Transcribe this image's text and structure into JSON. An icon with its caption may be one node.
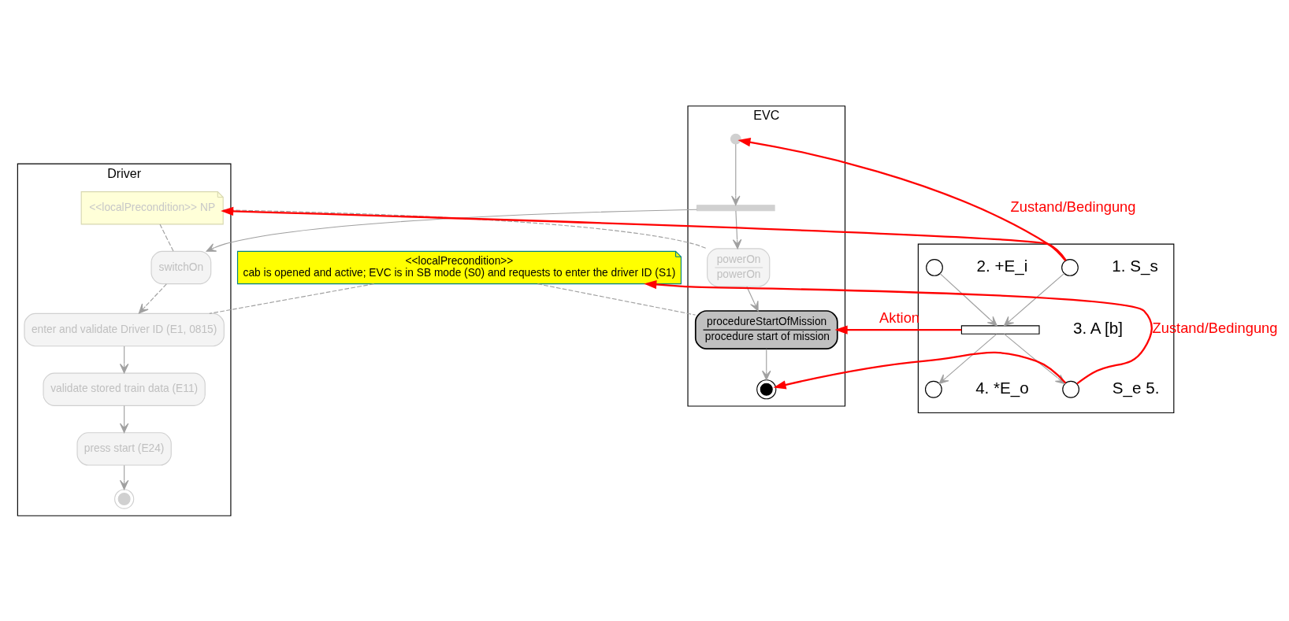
{
  "diagram": {
    "nodes": [
      {
        "text": [
          "Driver"
        ]
      },
      {
        "text": [
          "EVC"
        ]
      },
      {
        "text": [
          "<<localPrecondition>> NP"
        ],
        "in": 0
      },
      {
        "text": [],
        "shape": "circle",
        "in": 1
      },
      {
        "text": [],
        "shape": "bar",
        "in": 1
      },
      {
        "text": [
          "switchOn"
        ],
        "in": 0
      },
      {
        "text": [
          "powerOn",
          "powerOn"
        ],
        "in": 1
      },
      {
        "text": [
          "procedureStartOfMission",
          "procedure start of mission"
        ],
        "in": 1
      },
      {
        "text": [
          "enter and validate Driver ID (E1, 0815)"
        ],
        "in": 0
      },
      {
        "text": [
          "validate stored train data (E11)"
        ],
        "in": 0
      },
      {
        "text": [
          "press start (E24)"
        ],
        "in": 0
      },
      {
        "text": [],
        "shape": "circle",
        "in": 0
      },
      {
        "text": [],
        "shape": "circle",
        "in": 1
      },
      {
        "text": [
          "<<localPrecondition>>",
          "cab is opened and active; EVC is in SB mode (S0) and requests to enter the driver ID (S1)"
        ]
      },
      {
        "text": [],
        "shape": "box"
      },
      {
        "text": [],
        "shape": "circle",
        "in": 14,
        "beside": [
          "1.",
          "S_s"
        ]
      },
      {
        "text": [],
        "shape": "circle",
        "in": 14,
        "beside": [
          "2. +E_i"
        ]
      },
      {
        "text": [],
        "shape": "bar",
        "in": 14,
        "beside": [
          "3. A",
          "[b]"
        ]
      },
      {
        "text": [],
        "shape": "circle",
        "in": 14,
        "beside": [
          "4. *E_o"
        ]
      },
      {
        "text": [],
        "shape": "circle",
        "in": 14,
        "beside": [
          "S_e",
          "5."
        ]
      }
    ],
    "edges": [
      {
        "from": 3,
        "to": 4,
        "arrow": "to"
      },
      {
        "from": 4,
        "to": 5,
        "arrow": "to"
      },
      {
        "from": 4,
        "to": 6,
        "arrow": "to"
      },
      {
        "from": 5,
        "to": 8,
        "arrow": "to",
        "style": "dashed"
      },
      {
        "from": 8,
        "to": 9,
        "arrow": "to"
      },
      {
        "from": 9,
        "to": 10,
        "arrow": "to"
      },
      {
        "from": 10,
        "to": 11,
        "arrow": "to"
      },
      {
        "from": 6,
        "to": 7,
        "arrow": "to"
      },
      {
        "from": 7,
        "to": 12,
        "arrow": "to"
      },
      {
        "from": 2,
        "to": 5,
        "arrow": "none",
        "style": "dashed"
      },
      {
        "from": 2,
        "to": 6,
        "arrow": "none",
        "style": "dashed"
      },
      {
        "from": 13,
        "to": 8,
        "arrow": "none",
        "style": "dashed"
      },
      {
        "from": 13,
        "to": 7,
        "arrow": "none",
        "style": "dashed"
      },
      {
        "from": 16,
        "to": 17,
        "arrow": "to"
      },
      {
        "from": 15,
        "to": 17,
        "arrow": "to"
      },
      {
        "from": 17,
        "to": 18,
        "arrow": "to"
      },
      {
        "from": 17,
        "to": 19,
        "arrow": "to"
      },
      {
        "from": 15,
        "to": 3,
        "arrow": "to",
        "color": "#ff0000",
        "label": "Zustand/Bedingung"
      },
      {
        "from": 15,
        "to": 2,
        "arrow": "to",
        "color": "#ff0000"
      },
      {
        "from": 17,
        "to": 7,
        "arrow": "to",
        "color": "#ff0000",
        "label": "Aktion"
      },
      {
        "from": 19,
        "to": 12,
        "arrow": "to",
        "color": "#ff0000"
      },
      {
        "from": 19,
        "to": 13,
        "arrow": "to",
        "color": "#ff0000",
        "label": "Zustand/Bedingung"
      }
    ]
  }
}
